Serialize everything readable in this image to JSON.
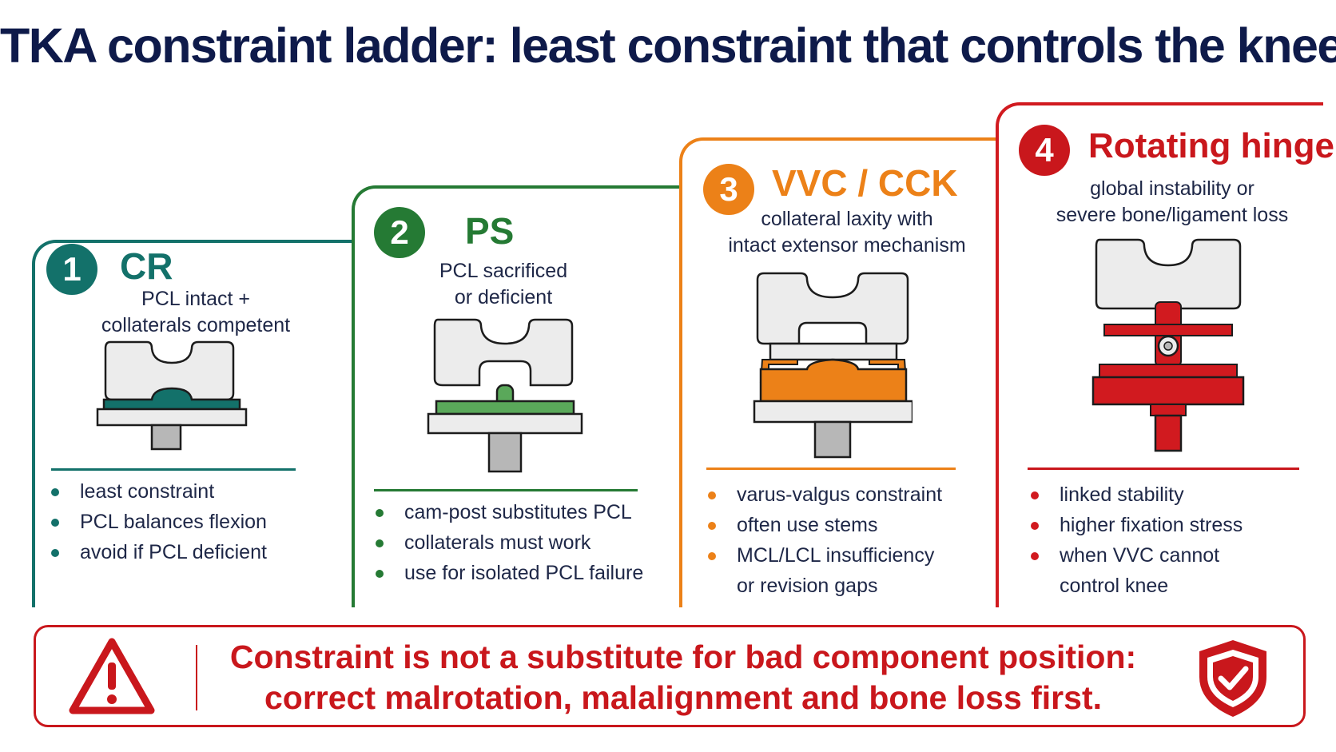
{
  "title": "TKA constraint ladder: least constraint that controls the knee",
  "colors": {
    "cr": "#13716a",
    "ps": "#257a34",
    "vvc": "#ec8118",
    "hinge": "#d11a1f",
    "warning": "#c9171c",
    "navy": "#0e1a4a"
  },
  "steps": [
    {
      "number": "1",
      "name": "CR",
      "indication_line1": "PCL intact +",
      "indication_line2": "collaterals competent",
      "bullets": [
        "least constraint",
        "PCL balances flexion",
        "avoid if PCL deficient"
      ]
    },
    {
      "number": "2",
      "name": "PS",
      "indication_line1": "PCL sacrificed",
      "indication_line2": "or deficient",
      "bullets": [
        "cam-post substitutes PCL",
        "collaterals must work",
        "use for isolated PCL failure"
      ]
    },
    {
      "number": "3",
      "name": "VVC / CCK",
      "indication_line1": "collateral laxity with",
      "indication_line2": "intact extensor mechanism",
      "bullets": [
        "varus-valgus constraint",
        "often use stems",
        "MCL/LCL insufficiency",
        "or revision gaps"
      ]
    },
    {
      "number": "4",
      "name": "Rotating hinge",
      "indication_line1": "global instability or",
      "indication_line2": "severe bone/ligament loss",
      "bullets": [
        "linked stability",
        "higher fixation stress",
        "when VVC cannot",
        "control knee"
      ]
    }
  ],
  "banner": {
    "line1": "Constraint is not a substitute for bad component position:",
    "line2": "correct malrotation, malalignment and bone loss first.",
    "left_icon": "warning-triangle-icon",
    "right_icon": "shield-check-icon"
  }
}
